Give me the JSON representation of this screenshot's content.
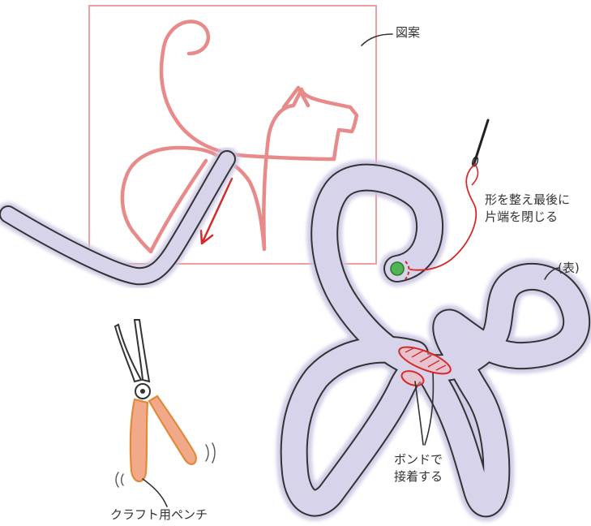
{
  "labels": {
    "pattern": "図案",
    "shape_close": "形を整え最後に",
    "shape_close_line2": "片端を閉じる",
    "front_side": "(表)",
    "bond": "ボンドで",
    "bond_line2": "接着する",
    "pliers": "クラフト用ペンチ"
  },
  "colors": {
    "pattern_line": "#e88a8a",
    "frame": "#e8a0a0",
    "tube_fill": "#d7d3ea",
    "tube_outline": "#333333",
    "accent_red": "#d62a2a",
    "pliers_grip": "#f2a98a",
    "bead": "#4fb552"
  }
}
